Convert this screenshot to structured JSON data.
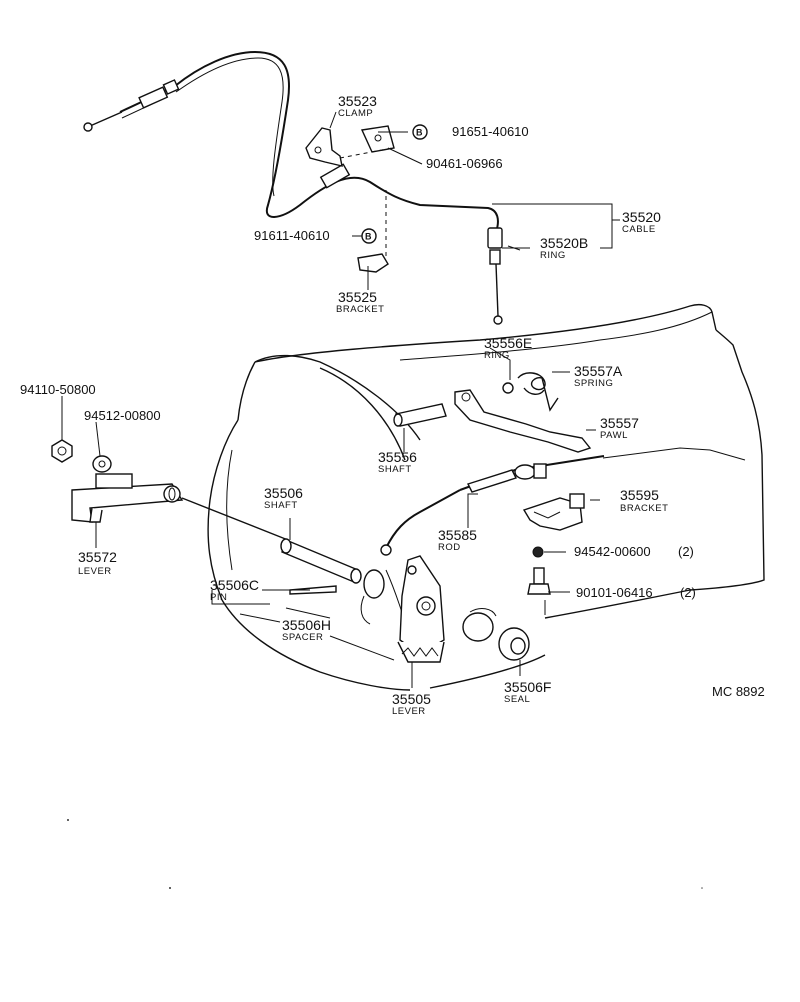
{
  "drawing_code": "MC 8892",
  "parts": {
    "p35523": {
      "number": "35523",
      "name": "CLAMP"
    },
    "p91651": {
      "number": "91651-40610",
      "badge": "B"
    },
    "p90461": {
      "number": "90461-06966"
    },
    "p35520": {
      "number": "35520",
      "name": "CABLE"
    },
    "p91611": {
      "number": "91611-40610",
      "badge": "B"
    },
    "p35520b": {
      "number": "35520B",
      "name": "RING"
    },
    "p35525": {
      "number": "35525",
      "name": "BRACKET"
    },
    "p35556e": {
      "number": "35556E",
      "name": "RING"
    },
    "p35557a": {
      "number": "35557A",
      "name": "SPRING"
    },
    "p35557": {
      "number": "35557",
      "name": "PAWL"
    },
    "p94110": {
      "number": "94110-50800"
    },
    "p94512": {
      "number": "94512-00800"
    },
    "p35556": {
      "number": "35556",
      "name": "SHAFT"
    },
    "p35506": {
      "number": "35506",
      "name": "SHAFT"
    },
    "p35595": {
      "number": "35595",
      "name": "BRACKET"
    },
    "p35585": {
      "number": "35585",
      "name": "ROD"
    },
    "p35572": {
      "number": "35572",
      "name": "LEVER"
    },
    "p94542": {
      "number": "94542-00600",
      "qty": "(2)"
    },
    "p35506c": {
      "number": "35506C",
      "name": "PIN"
    },
    "p90101": {
      "number": "90101-06416",
      "qty": "(2)"
    },
    "p35506h": {
      "number": "35506H",
      "name": "SPACER"
    },
    "p35505": {
      "number": "35505",
      "name": "LEVER"
    },
    "p35506f": {
      "number": "35506F",
      "name": "SEAL"
    }
  }
}
